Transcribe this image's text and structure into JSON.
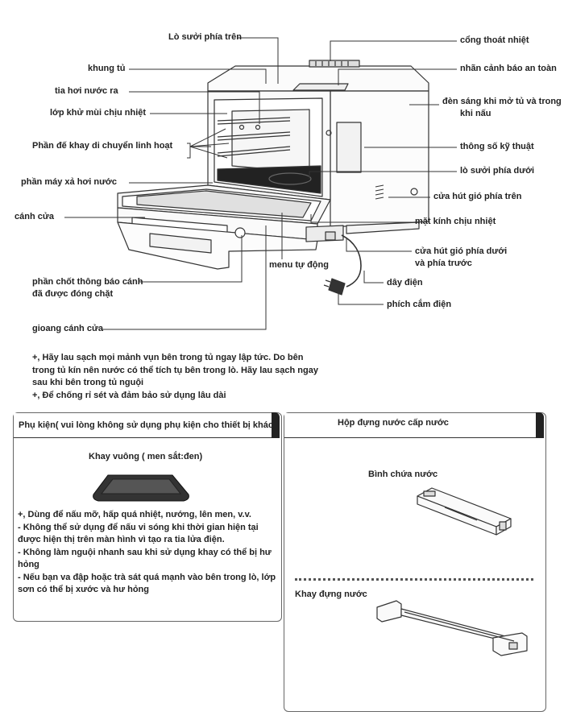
{
  "diagram": {
    "labels": {
      "top_heater": "Lò sưởi phía trên",
      "cabinet": "khung tủ",
      "steam_outlet": "tia hơi nước ra",
      "deodorizer": "lớp khử mùi chịu nhiệt",
      "rack_supports": "Phần đế khay di chuyển linh hoạt",
      "steam_drain": "phần máy xả hơi nước",
      "door": "cánh cửa",
      "door_latch_line1": "phần chốt thông báo cánh",
      "door_latch_line2": "đã được đóng chặt",
      "door_seal": "gioang cánh cửa",
      "exhaust_vent": "cổng thoát nhiệt",
      "safety_label": "nhãn cảnh báo an toàn",
      "oven_light_line1": "đèn sáng khi mở tủ và trong",
      "oven_light_line2": "khi nấu",
      "spec_label": "thông số kỹ thuật",
      "bottom_heater": "lò sưởi phía dưới",
      "upper_intake": "cửa hút gió phía trên",
      "heat_glass": "mặt kính chịu nhiệt",
      "auto_menu": "menu tự động",
      "lower_intake_line1": "cửa hút gió phía dưới",
      "lower_intake_line2": "và phía trước",
      "power_cord": "dây điện",
      "power_plug": "phích cắm điện"
    }
  },
  "notes": [
    "+, Hãy lau sạch mọi mảnh vụn bên trong tủ ngay lập tức. Do bên trong tủ kín nên nước có thể tích tụ bên trong lò. Hãy lau sạch ngay sau khi bên trong tủ nguội",
    "+, Để chống rỉ sét và đảm bảo sử dụng lâu dài"
  ],
  "accessories": {
    "header": "Phụ kiện( vui lòng không sử dụng phụ kiện cho thiết bị khác)",
    "tray_title": "Khay vuông ( men sắt:đen)",
    "notes": [
      "+, Dùng để nấu mỡ, hấp quá nhiệt, nướng, lên men, v.v.",
      "- Không thể sử dụng để nấu vi sóng khi thời gian hiện tại được hiện thị trên màn hình vì tạo ra tia lửa điện.",
      "- Không làm nguội nhanh sau khi sử dụng khay có thể bị hư hỏng",
      "- Nếu bạn va đập hoặc trà sát quá mạnh vào bên trong lò, lớp sơn có thể bị xước và hư hỏng"
    ]
  },
  "water_supply": {
    "header": "Hộp đựng nước cấp nước",
    "tank_title": "Bình chứa nước",
    "tray_title": "Khay đựng nước"
  }
}
